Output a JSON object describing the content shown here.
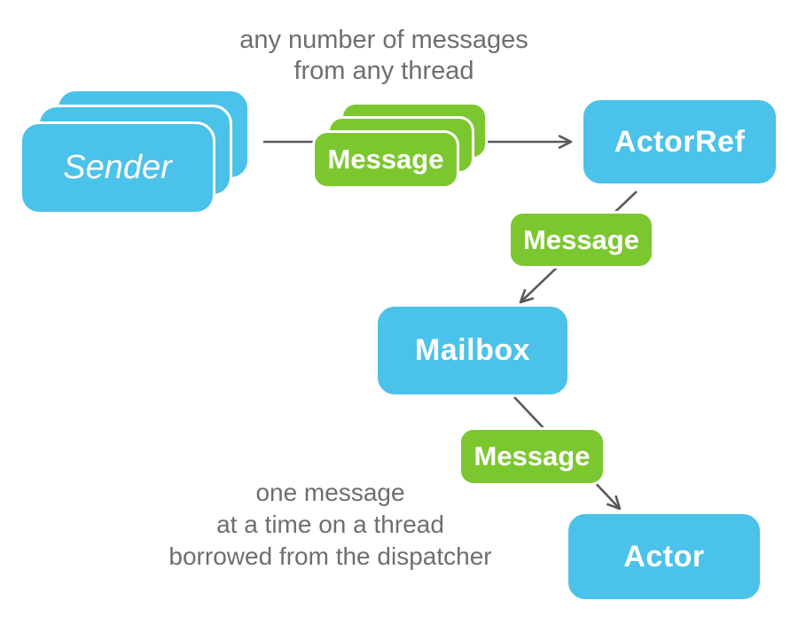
{
  "annotations": {
    "top": {
      "line1": "any number of messages",
      "line2": "from any thread"
    },
    "bottom": {
      "line1": "one message",
      "line2": "at a time on a thread",
      "line3": "borrowed from the dispatcher"
    }
  },
  "nodes": {
    "sender": {
      "label": "Sender"
    },
    "message_stack": {
      "label": "Message"
    },
    "actorref": {
      "label": "ActorRef"
    },
    "message_to_mailbox": {
      "label": "Message"
    },
    "mailbox": {
      "label": "Mailbox"
    },
    "message_to_actor": {
      "label": "Message"
    },
    "actor": {
      "label": "Actor"
    }
  },
  "colors": {
    "box_blue": "#4BC2E9",
    "box_green": "#7CC72F",
    "arrow_gray": "#58595B",
    "note_gray": "#6E6E70",
    "label_white": "#FFFFFF"
  }
}
